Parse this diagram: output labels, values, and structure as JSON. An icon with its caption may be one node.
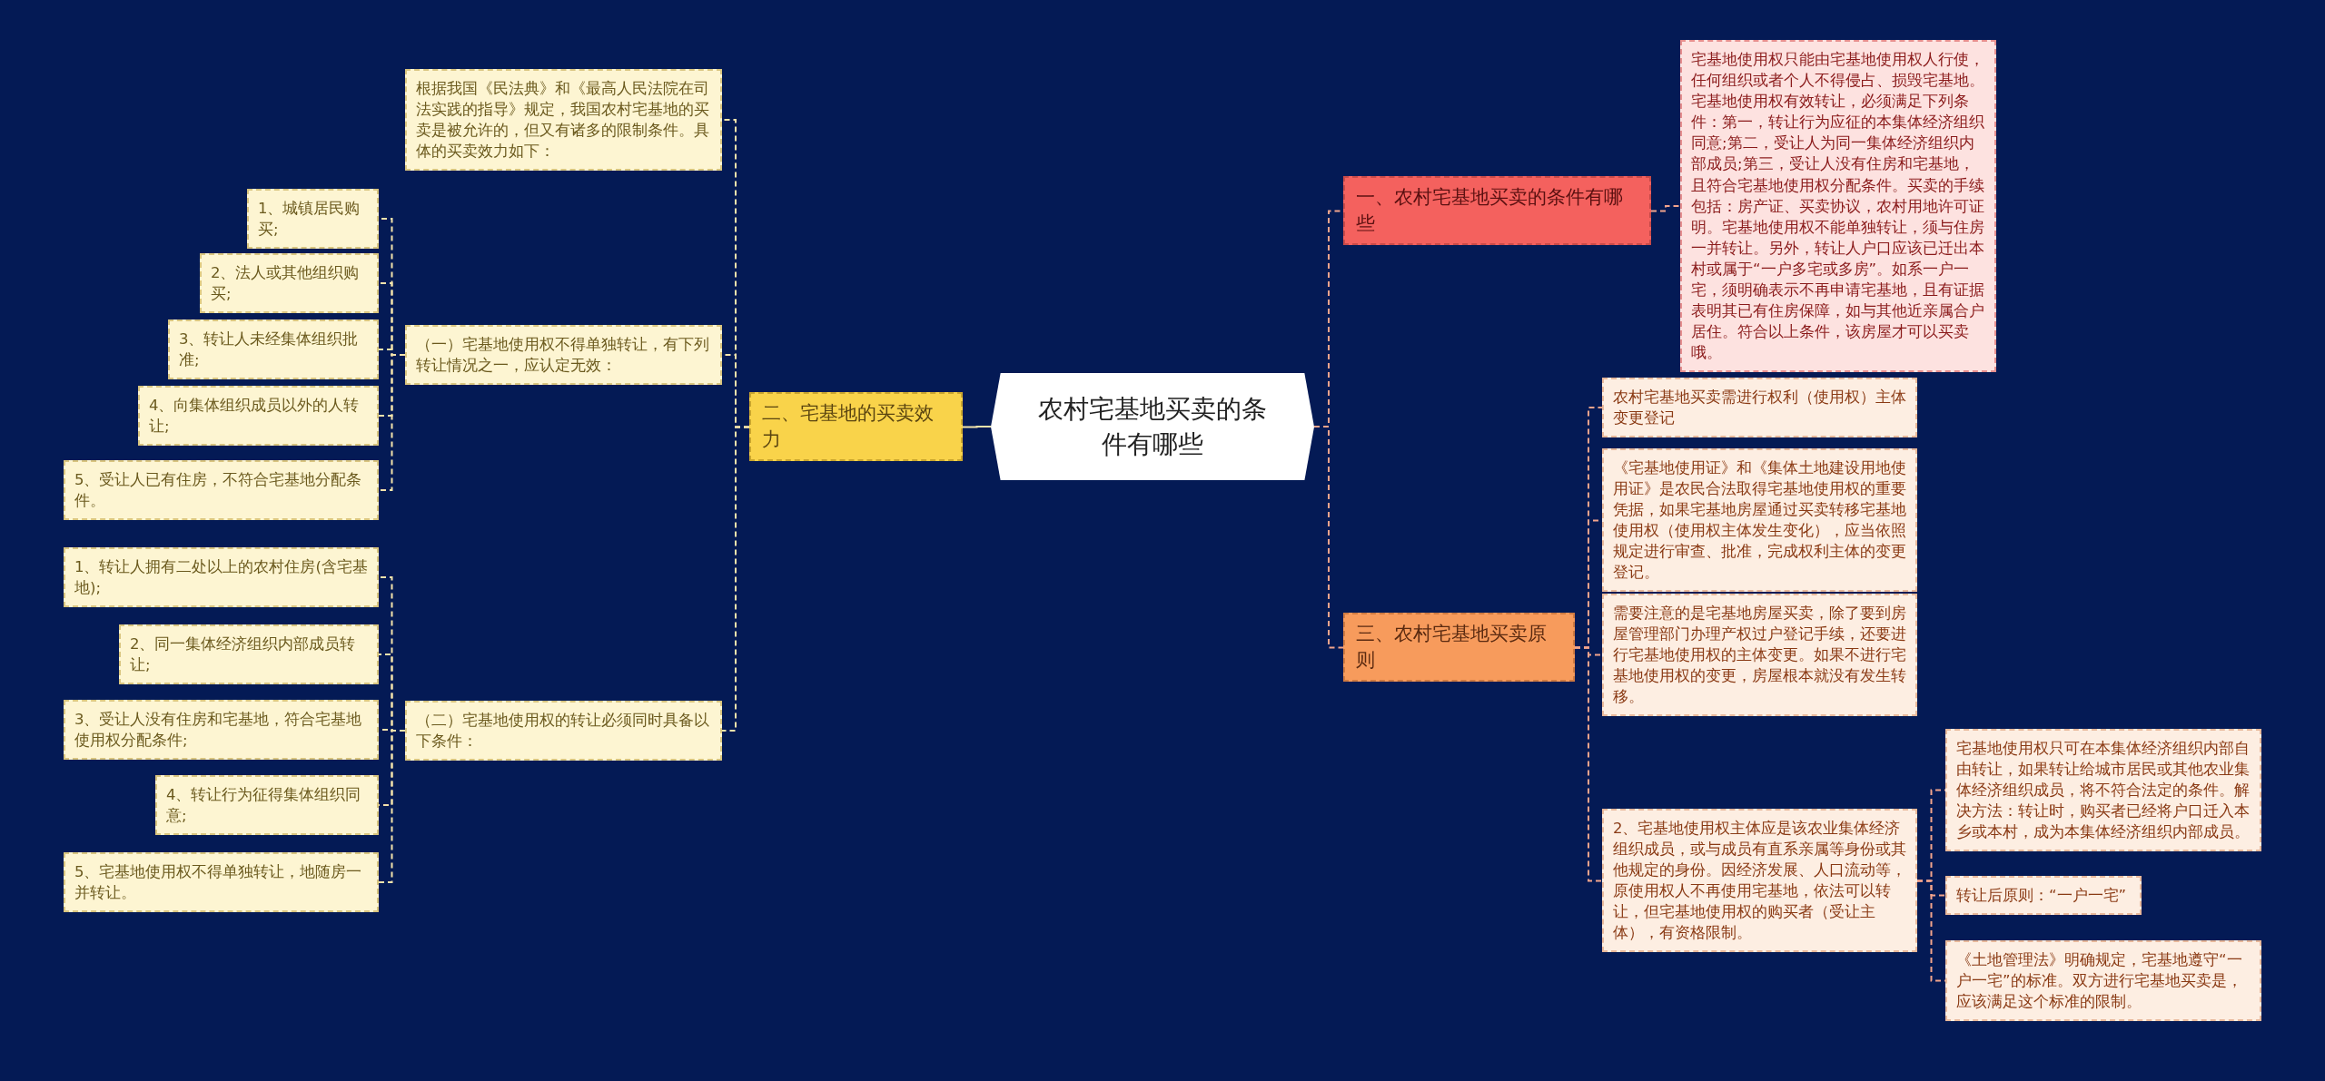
{
  "diagram": {
    "nodes": [
      {
        "text": [
          "农村宅基地买卖的条件有哪些"
        ]
      },
      {
        "text": [
          "一、农村宅基地买卖的条件有哪些"
        ]
      },
      {
        "text": [
          "宅基地使用权只能由宅基地使用权人行使，任何组织或者个人不得侵占、损毁宅基地。宅基地使用权有效转让，必须满足下列条件：第一，转让行为应征的本集体经济组织同意;第二，受让人为同一集体经济组织内部成员;第三，受让人没有住房和宅基地，且符合宅基地使用权分配条件。买卖的手续包括：房产证、买卖协议，农村用地许可证明。宅基地使用权不能单独转让，须与住房一并转让。另外，转让人户口应该已迁出本村或属于“一户多宅或多房”。如系一户一宅，须明确表示不再申请宅基地，且有证据表明其已有住房保障，如与其他近亲属合户居住。符合以上条件，该房屋才可以买卖哦。"
        ]
      },
      {
        "text": [
          "三、农村宅基地买卖原则"
        ]
      },
      {
        "text": [
          "农村宅基地买卖需进行权利（使用权）主体变更登记"
        ]
      },
      {
        "text": [
          "《宅基地使用证》和《集体土地建设用地使用证》是农民合法取得宅基地使用权的重要凭据，如果宅基地房屋通过买卖转移宅基地使用权（使用权主体发生变化），应当依照规定进行审查、批准，完成权利主体的变更登记。"
        ]
      },
      {
        "text": [
          "需要注意的是宅基地房屋买卖，除了要到房屋管理部门办理产权过户登记手续，还要进行宅基地使用权的主体变更。如果不进行宅基地使用权的变更，房屋根本就没有发生转移。"
        ]
      },
      {
        "text": [
          "2、宅基地使用权主体应是该农业集体经济组织成员，或与成员有直系亲属等身份或其他规定的身份。因经济发展、人口流动等，原使用权人不再使用宅基地，依法可以转让，但宅基地使用权的购买者（受让主体），有资格限制。"
        ]
      },
      {
        "text": [
          "宅基地使用权只可在本集体经济组织内部自由转让，如果转让给城市居民或其他农业集体经济组织成员，将不符合法定的条件。解决方法：转让时，购买者已经将户口迁入本乡或本村，成为本集体经济组织内部成员。"
        ]
      },
      {
        "text": [
          "转让后原则：“一户一宅”"
        ]
      },
      {
        "text": [
          "《土地管理法》明确规定，宅基地遵守“一户一宅”的标准。双方进行宅基地买卖是，应该满足这个标准的限制。"
        ]
      },
      {
        "text": [
          "二、宅基地的买卖效力"
        ]
      },
      {
        "text": [
          "根据我国《民法典》和《最高人民法院在司法实践的指导》规定，我国农村宅基地的买卖是被允许的，但又有诸多的限制条件。具体的买卖效力如下："
        ]
      },
      {
        "text": [
          "（一）宅基地使用权不得单独转让，有下列转让情况之一，应认定无效："
        ]
      },
      {
        "text": [
          "1、城镇居民购买;"
        ]
      },
      {
        "text": [
          "2、法人或其他组织购买;"
        ]
      },
      {
        "text": [
          "3、转让人未经集体组织批准;"
        ]
      },
      {
        "text": [
          "4、向集体组织成员以外的人转让;"
        ]
      },
      {
        "text": [
          "5、受让人已有住房，不符合宅基地分配条件。"
        ]
      },
      {
        "text": [
          "（二）宅基地使用权的转让必须同时具备以下条件："
        ]
      },
      {
        "text": [
          "1、转让人拥有二处以上的农村住房(含宅基地);"
        ]
      },
      {
        "text": [
          "2、同一集体经济组织内部成员转让;"
        ]
      },
      {
        "text": [
          "3、受让人没有住房和宅基地，符合宅基地使用权分配条件;"
        ]
      },
      {
        "text": [
          "4、转让行为征得集体组织同意;"
        ]
      },
      {
        "text": [
          "5、宅基地使用权不得单独转让，地随房一并转让。"
        ]
      }
    ],
    "edges": [
      {
        "from": 0,
        "to": 1,
        "arrow": "none",
        "style": "dashed",
        "color": "#f2a48c"
      },
      {
        "from": 1,
        "to": 2,
        "arrow": "none",
        "style": "dashed",
        "color": "#f2a48c"
      },
      {
        "from": 0,
        "to": 3,
        "arrow": "none",
        "style": "dashed",
        "color": "#f2a48c"
      },
      {
        "from": 3,
        "to": 4,
        "arrow": "none",
        "style": "dashed",
        "color": "#f2a48c"
      },
      {
        "from": 3,
        "to": 5,
        "arrow": "none",
        "style": "dashed",
        "color": "#f2a48c"
      },
      {
        "from": 3,
        "to": 6,
        "arrow": "none",
        "style": "dashed",
        "color": "#f2a48c"
      },
      {
        "from": 3,
        "to": 7,
        "arrow": "none",
        "style": "dashed",
        "color": "#f2a48c"
      },
      {
        "from": 7,
        "to": 8,
        "arrow": "none",
        "style": "dashed",
        "color": "#f2a48c"
      },
      {
        "from": 7,
        "to": 9,
        "arrow": "none",
        "style": "dashed",
        "color": "#f2a48c"
      },
      {
        "from": 7,
        "to": 10,
        "arrow": "none",
        "style": "dashed",
        "color": "#f2a48c"
      },
      {
        "from": 0,
        "to": 11,
        "arrow": "none"
      },
      {
        "from": 11,
        "to": 12,
        "arrow": "none",
        "style": "dashed"
      },
      {
        "from": 11,
        "to": 13,
        "arrow": "none",
        "style": "dashed"
      },
      {
        "from": 11,
        "to": 19,
        "arrow": "none",
        "style": "dashed"
      },
      {
        "from": 13,
        "to": 14,
        "arrow": "none",
        "style": "dashed"
      },
      {
        "from": 13,
        "to": 15,
        "arrow": "none",
        "style": "dashed"
      },
      {
        "from": 13,
        "to": 16,
        "arrow": "none",
        "style": "dashed"
      },
      {
        "from": 13,
        "to": 17,
        "arrow": "none",
        "style": "dashed"
      },
      {
        "from": 13,
        "to": 18,
        "arrow": "none",
        "style": "dashed"
      },
      {
        "from": 19,
        "to": 20,
        "arrow": "none",
        "style": "dashed"
      },
      {
        "from": 19,
        "to": 21,
        "arrow": "none",
        "style": "dashed"
      },
      {
        "from": 19,
        "to": 22,
        "arrow": "none",
        "style": "dashed"
      },
      {
        "from": 19,
        "to": 23,
        "arrow": "none",
        "style": "dashed"
      },
      {
        "from": 19,
        "to": 24,
        "arrow": "none",
        "style": "dashed"
      }
    ]
  }
}
